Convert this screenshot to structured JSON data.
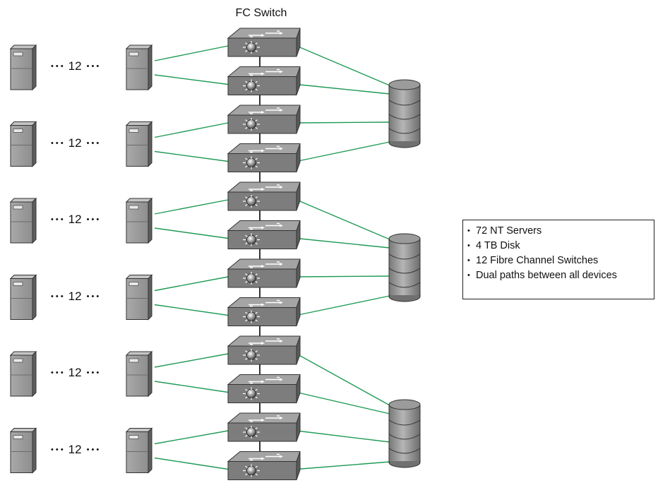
{
  "title": "FC Switch",
  "server_group_label": "12",
  "server_group_ellipsis": "• • •",
  "legend": {
    "bullet": "•",
    "items": [
      "72 NT Servers",
      "4 TB Disk",
      "12 Fibre Channel Switches",
      "Dual paths between all devices"
    ]
  },
  "colors": {
    "link": "#1f9a55",
    "device_gray": "#8c8c8c"
  },
  "counts": {
    "server_rows": 6,
    "switches": 12,
    "disk_arrays": 3
  }
}
